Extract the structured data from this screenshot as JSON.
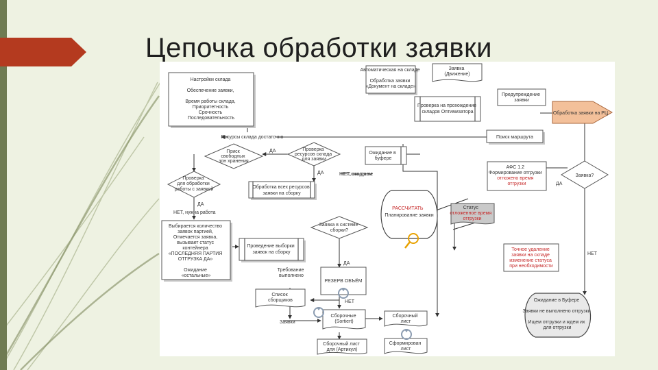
{
  "slide": {
    "title": "Цепочка обработки заявки",
    "accent_color": "#b43a1f",
    "background_color": "#eef2e2"
  },
  "diagram": {
    "nodes": [
      {
        "id": "n01",
        "kind": "process",
        "lines": [
          "Настройки склада",
          "",
          "Обеспечение заявки,",
          "",
          "Время работы склада,",
          "Приоритетность",
          "Срочность",
          "Последовательность"
        ]
      },
      {
        "id": "n02",
        "kind": "document",
        "lines": [
          "Заявка",
          "(Движение)"
        ]
      },
      {
        "id": "n03",
        "kind": "process",
        "lines": [
          "Автоматическая на складе",
          "",
          "Обработка заявки",
          "«Документ на складе»"
        ]
      },
      {
        "id": "n04",
        "kind": "process",
        "lines": [
          "Проверка на прохождение",
          "складов Оптимизатора"
        ]
      },
      {
        "id": "n05",
        "kind": "process",
        "lines": [
          "Предупреждение",
          "заявки"
        ]
      },
      {
        "id": "n06",
        "kind": "terminal",
        "lines": [
          "Обработка заявки на РЦ"
        ]
      },
      {
        "id": "n07",
        "kind": "process",
        "lines": [
          "Поиск маршрута"
        ]
      },
      {
        "id": "n08",
        "kind": "connector",
        "lines": [
          "Ресурсы склада достаточно"
        ]
      },
      {
        "id": "n09",
        "kind": "decision",
        "lines": [
          "Поиск",
          "свободных",
          "зон хранения"
        ]
      },
      {
        "id": "n10",
        "kind": "decision",
        "lines": [
          "Проверка",
          "ресурсов склада",
          "для заявки"
        ]
      },
      {
        "id": "n11",
        "kind": "process",
        "lines": [
          "Ожидание в",
          "буфере"
        ]
      },
      {
        "id": "n12",
        "kind": "decision",
        "lines": [
          "Проверка",
          "для обработки",
          "работы с заявкой"
        ]
      },
      {
        "id": "n13",
        "kind": "process",
        "lines": [
          "Обработка всех ресурсов",
          "заявки на сборку"
        ]
      },
      {
        "id": "n14",
        "kind": "note",
        "lines": [
          "НЕТ, ожидание"
        ]
      },
      {
        "id": "n15",
        "kind": "note_red",
        "lines": [
          "АФС 1.2",
          "Формирование отгрузки",
          "отложено время",
          "отгрузки"
        ]
      },
      {
        "id": "n16",
        "kind": "decision",
        "lines": [
          "Заявка?"
        ]
      },
      {
        "id": "n17",
        "kind": "note",
        "lines": [
          "НЕТ, нужна работа"
        ]
      },
      {
        "id": "n18",
        "kind": "display",
        "lines": [
          "РАССЧИТАТЬ",
          "Планирование заявки"
        ]
      },
      {
        "id": "n19",
        "kind": "document_red",
        "lines": [
          "Статус",
          "отложенное время",
          "отгрузки"
        ]
      },
      {
        "id": "n20",
        "kind": "process",
        "lines": [
          "Выбирается количество",
          "заявок партией,",
          "Отмечается заявка,",
          "вызывает статус",
          "контейнера",
          "«ПОСЛЕДНЯЯ ПАРТИЯ",
          "ОТГРУЗКА ДА»",
          "",
          "Ожидание",
          "«остальные»"
        ]
      },
      {
        "id": "n21",
        "kind": "decision",
        "lines": [
          "Заявка в системе",
          "сборки?"
        ]
      },
      {
        "id": "n22",
        "kind": "process",
        "lines": [
          "Проведение выборки",
          "заявок на сборку"
        ]
      },
      {
        "id": "n23",
        "kind": "note_red",
        "lines": [
          "Точное удаление",
          "заявки на складе",
          "изменение статуса",
          "при необходимости"
        ]
      },
      {
        "id": "n24",
        "kind": "note",
        "lines": [
          "ДА"
        ]
      },
      {
        "id": "n25",
        "kind": "process",
        "lines": [
          "РЕЗЕРВ ОБЪЁМ"
        ]
      },
      {
        "id": "n26",
        "kind": "note",
        "lines": [
          "Требование",
          "выполнено"
        ]
      },
      {
        "id": "n27",
        "kind": "document",
        "lines": [
          "Список",
          "сборщиков"
        ]
      },
      {
        "id": "n28",
        "kind": "document",
        "lines": [
          "Сборочные",
          "(Sortiert)"
        ]
      },
      {
        "id": "n29",
        "kind": "document",
        "lines": [
          "Сборочный лист",
          "для (Артикул)"
        ]
      },
      {
        "id": "n30",
        "kind": "document",
        "lines": [
          "Сборочный",
          "лист"
        ]
      },
      {
        "id": "n31",
        "kind": "document",
        "lines": [
          "Сформирован",
          "лист"
        ]
      },
      {
        "id": "n32",
        "kind": "display",
        "lines": [
          "Ожидание в Буфере",
          "",
          "Заявки не выполнено отгрузки",
          "",
          "Ищем отгрузки и ждем их",
          "для отгрузки"
        ]
      }
    ],
    "edge_labels": [
      {
        "id": "e01",
        "text": "ДА"
      },
      {
        "id": "e02",
        "text": "ДА"
      },
      {
        "id": "e03",
        "text": "НЕТ, ожидаем"
      },
      {
        "id": "e04",
        "text": "ДА"
      },
      {
        "id": "e05",
        "text": "ДА"
      },
      {
        "id": "e06",
        "text": "НЕТ"
      },
      {
        "id": "e07",
        "text": "Заявки"
      },
      {
        "id": "e08",
        "text": "НЕТ"
      }
    ]
  }
}
